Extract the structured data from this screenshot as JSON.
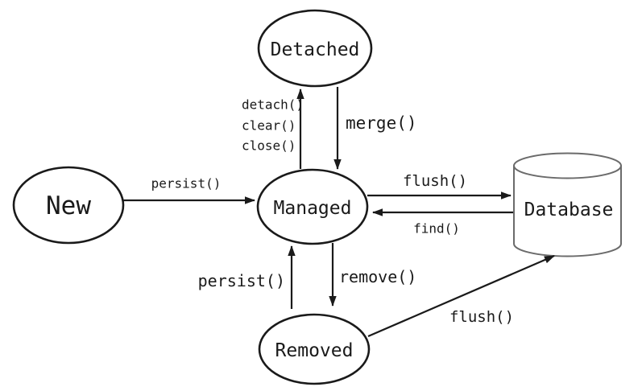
{
  "diagram": {
    "background_color": "#ffffff",
    "stroke_color": "#1a1a1a",
    "database_stroke_color": "#6b6b6b",
    "states": [
      {
        "id": "new",
        "label": "New",
        "shape": "ellipse"
      },
      {
        "id": "detached",
        "label": "Detached",
        "shape": "ellipse"
      },
      {
        "id": "managed",
        "label": "Managed",
        "shape": "ellipse"
      },
      {
        "id": "removed",
        "label": "Removed",
        "shape": "ellipse"
      },
      {
        "id": "database",
        "label": "Database",
        "shape": "cylinder"
      }
    ],
    "transitions": [
      {
        "from": "new",
        "to": "managed",
        "label": "persist()"
      },
      {
        "from": "managed",
        "to": "detached",
        "labels": [
          "detach()",
          "clear()",
          "close()"
        ]
      },
      {
        "from": "detached",
        "to": "managed",
        "label": "merge()"
      },
      {
        "from": "managed",
        "to": "database",
        "label": "flush()"
      },
      {
        "from": "database",
        "to": "managed",
        "label": "find()"
      },
      {
        "from": "removed",
        "to": "managed",
        "label": "persist()"
      },
      {
        "from": "managed",
        "to": "removed",
        "label": "remove()"
      },
      {
        "from": "removed",
        "to": "database",
        "label": "flush()"
      }
    ]
  }
}
